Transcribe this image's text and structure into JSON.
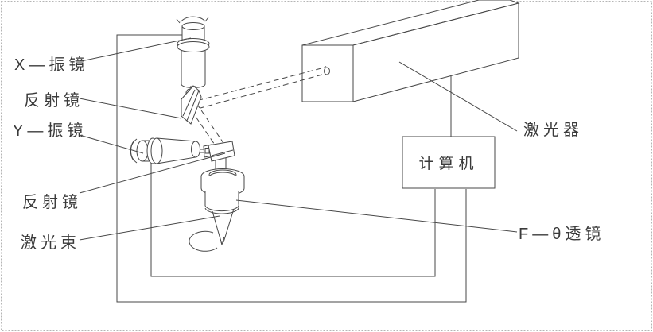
{
  "page": {
    "background": "#ffffff",
    "border_color": "#b5b5b5",
    "line_color": "#474747"
  },
  "labels": {
    "x_galvo": "X—振镜",
    "mirror_upper": "反射镜",
    "y_galvo": "Y—振镜",
    "mirror_lower": "反射镜",
    "laser_beam": "激光束",
    "laser": "激光器",
    "computer": "计算机",
    "f_theta_lens": "F—θ透镜"
  },
  "components": [
    "x-galvanometer",
    "upper-reflector-mirror",
    "y-galvanometer",
    "lower-reflector-mirror",
    "laser-source-box",
    "computer-box",
    "f-theta-lens",
    "focused-laser-beam"
  ]
}
